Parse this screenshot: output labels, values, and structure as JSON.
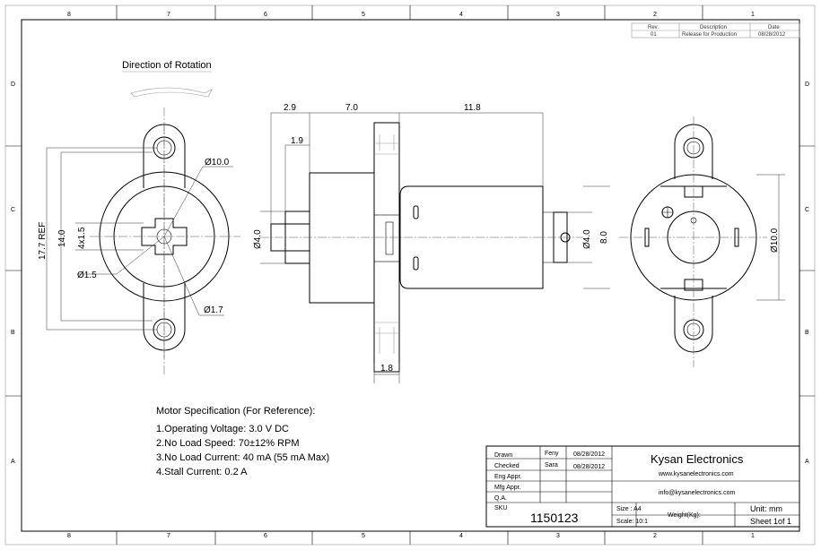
{
  "frame": {
    "columns": [
      "8",
      "7",
      "6",
      "5",
      "4",
      "3",
      "2",
      "1"
    ],
    "rows": [
      "D",
      "C",
      "B",
      "A"
    ]
  },
  "revision_table": {
    "headers": [
      "Rev.",
      "Description",
      "Date"
    ],
    "rows": [
      [
        "01",
        "Release for Production",
        "08/28/2012"
      ]
    ]
  },
  "drawing": {
    "rotation_label": "Direction of Rotation",
    "front_view": {
      "dims": [
        "Ø10.0",
        "Ø1.5",
        "Ø1.7",
        "17.7 REF",
        "14.0",
        "4x1.5"
      ]
    },
    "side_view": {
      "dims": [
        "2.9",
        "7.0",
        "11.8",
        "1.9",
        "Ø4.0",
        "Ø4.0",
        "8.0",
        "1.8"
      ]
    },
    "rear_view": {
      "dims": [
        "Ø10.0"
      ]
    }
  },
  "specification": {
    "title": "Motor Specification (For Reference):",
    "items": [
      "1.Operating Voltage: 3.0 V DC",
      "2.No Load Speed: 70±12% RPM",
      "3.No Load Current: 40 mA (55 mA Max)",
      "4.Stall Current: 0.2 A"
    ]
  },
  "title_block": {
    "rows": [
      {
        "label": "Drawn",
        "name": "Feny",
        "date": "08/28/2012"
      },
      {
        "label": "Checked",
        "name": "Sara",
        "date": "08/28/2012"
      },
      {
        "label": "Eng Appr.",
        "name": "",
        "date": ""
      },
      {
        "label": "Mfg Appr.",
        "name": "",
        "date": ""
      },
      {
        "label": "Q.A.",
        "name": "",
        "date": ""
      }
    ],
    "sku_label": "SKU",
    "sku": "1150123",
    "company": "Kysan Electronics",
    "website": "www.kysanelectronics.com",
    "email": "info@kysanelectronics.com",
    "size": "Size : A4",
    "scale": "Scale: 10:1",
    "weight": "Weight(Kg):",
    "unit": "Unit: mm",
    "sheet": "Sheet 1of 1"
  }
}
